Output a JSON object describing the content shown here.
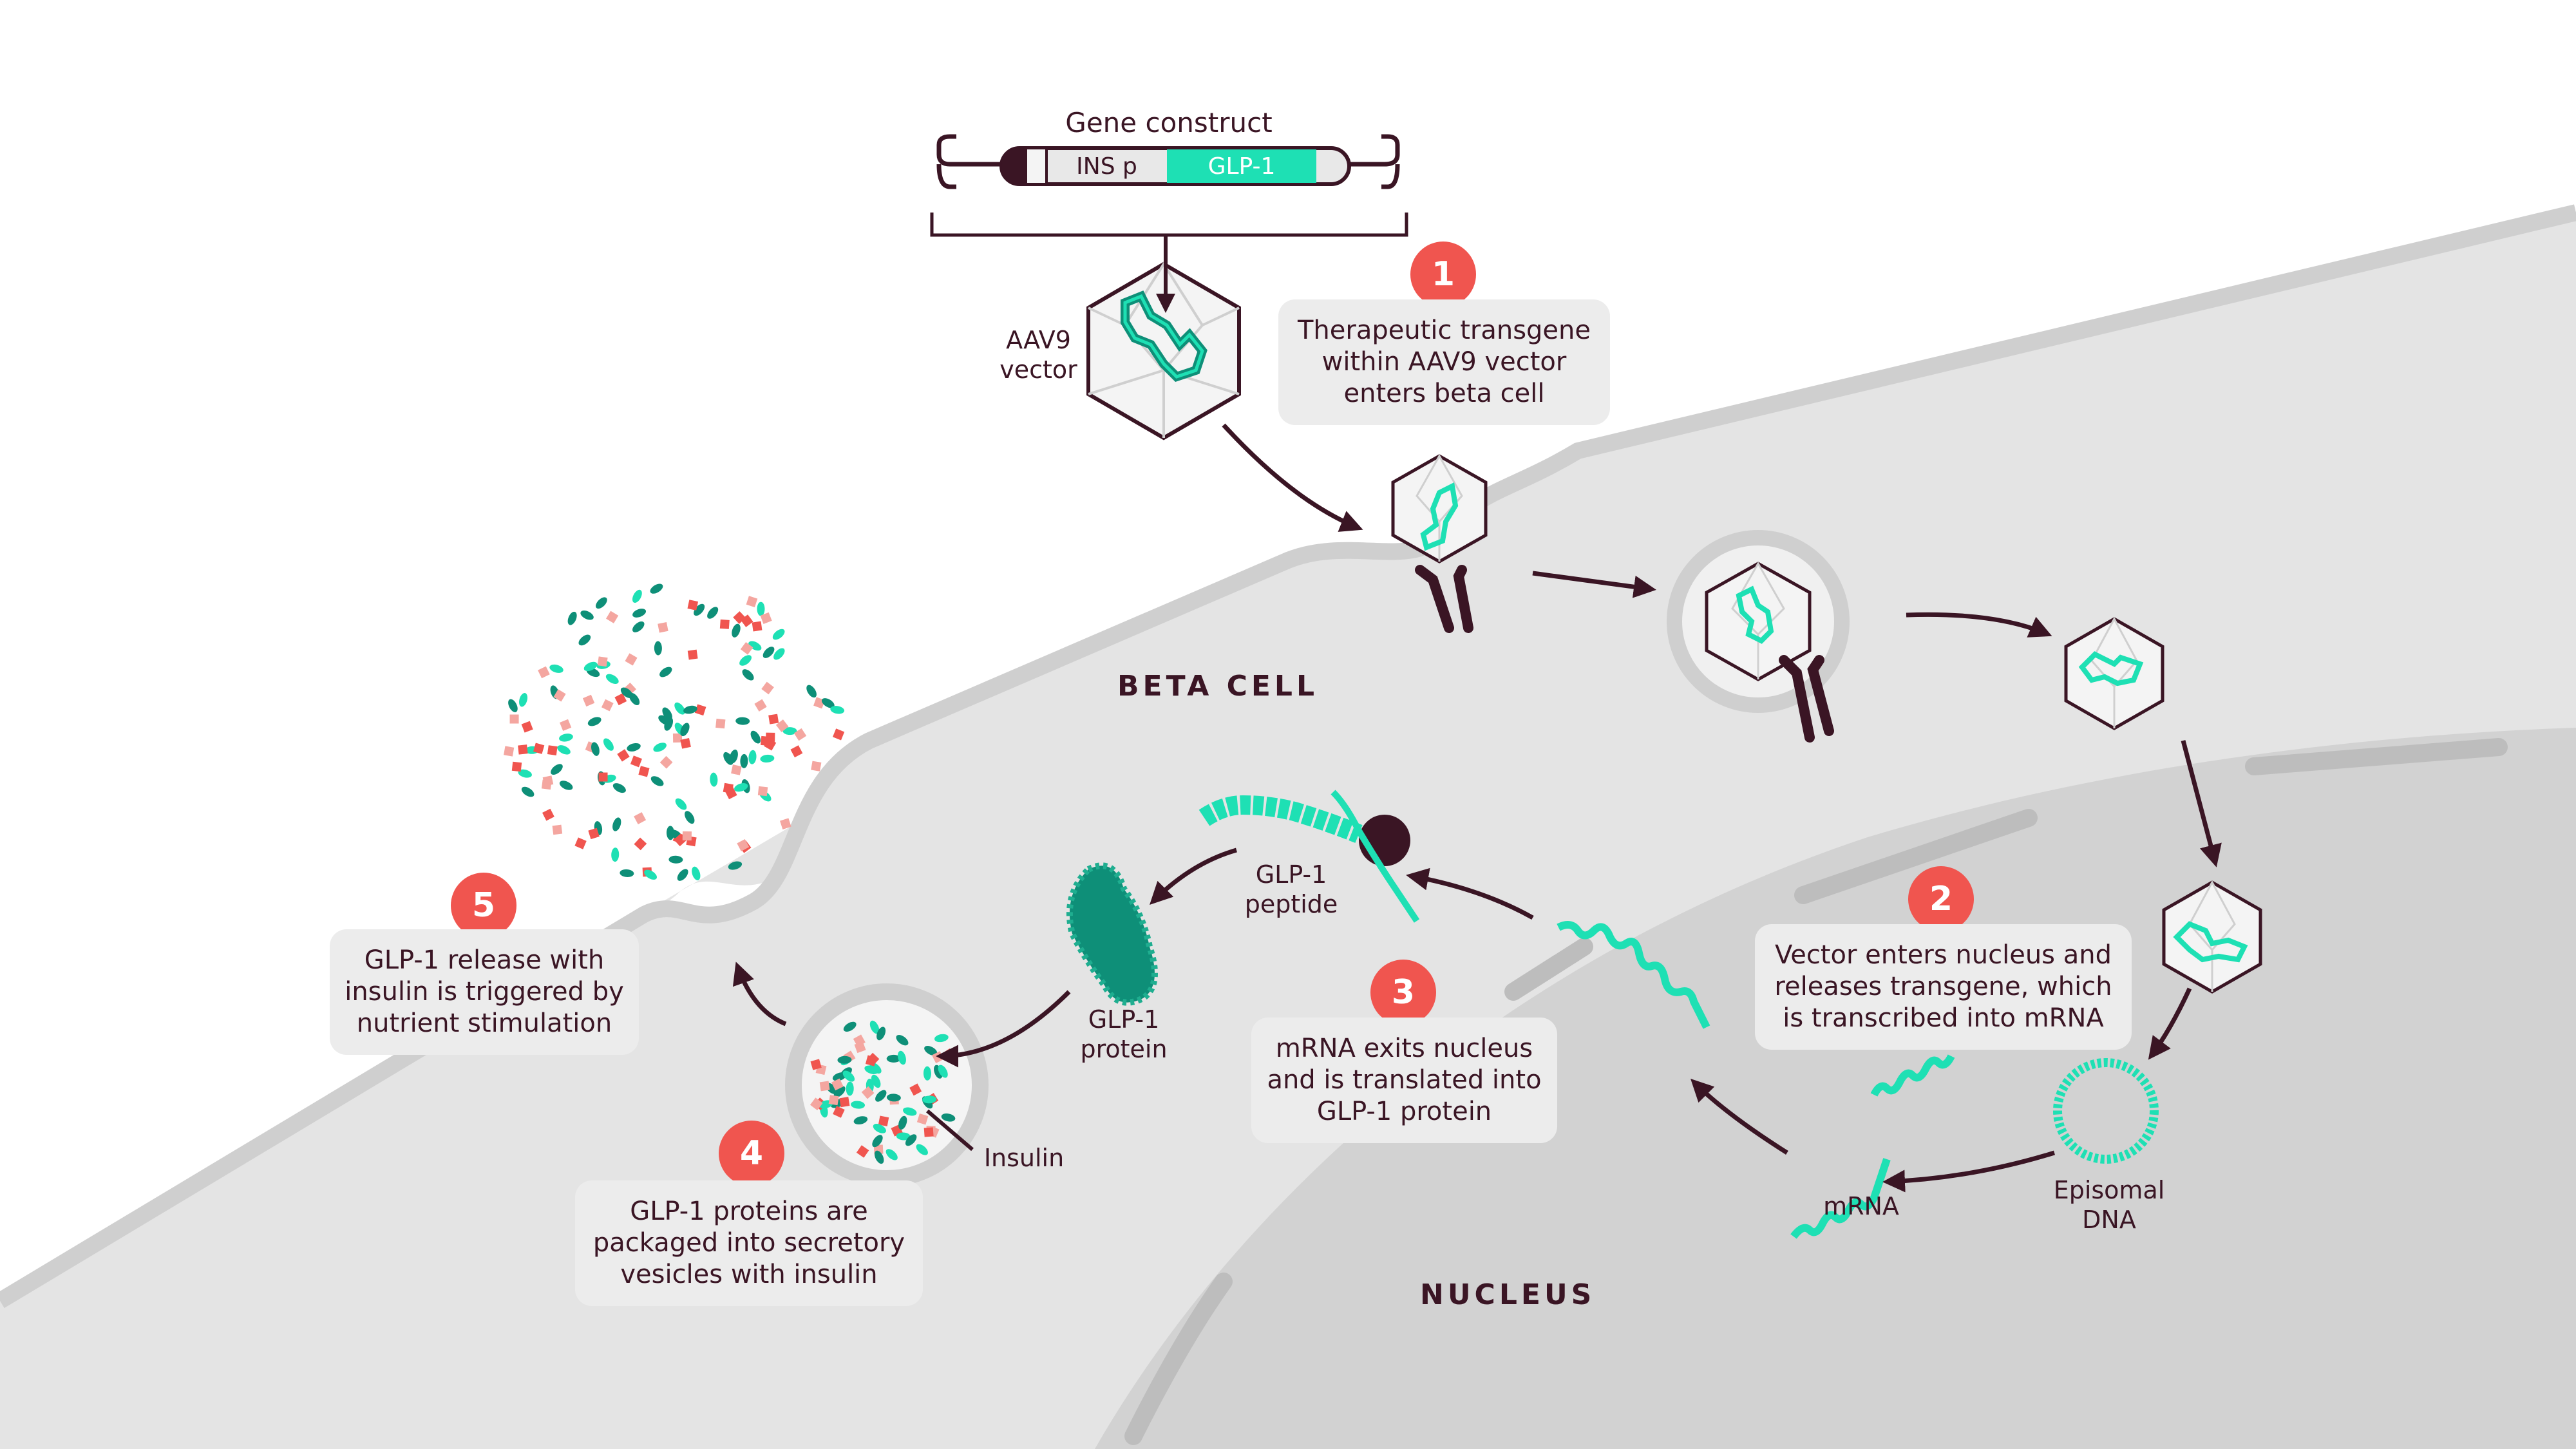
{
  "construct": {
    "title": "Gene construct",
    "promoter": "INS p",
    "gene": "GLP-1"
  },
  "labels": {
    "aav9": "AAV9\nvector",
    "beta_cell": "BETA CELL",
    "nucleus": "NUCLEUS",
    "glp1_peptide": "GLP-1\npeptide",
    "glp1_protein": "GLP-1\nprotein",
    "insulin": "Insulin",
    "episomal_dna": "Episomal\nDNA",
    "mrna": "mRNA"
  },
  "steps": [
    {
      "number": "1",
      "text": "Therapeutic transgene within AAV9 vector enters beta cell"
    },
    {
      "number": "2",
      "text": "Vector enters nucleus and releases transgene, which is transcribed into mRNA"
    },
    {
      "number": "3",
      "text": "mRNA exits nucleus and is translated into GLP-1 protein"
    },
    {
      "number": "4",
      "text": "GLP-1 proteins are packaged into secretory vesicles with insulin"
    },
    {
      "number": "5",
      "text": "GLP-1 release with insulin is triggered by nutrient stimulation"
    }
  ],
  "colors": {
    "teal": "#1ee0b4",
    "dark_teal": "#0e8f78",
    "maroon": "#3a1524",
    "salmon": "#f0554f",
    "pink": "#f4a6a0",
    "cell_fill": "#e4e4e4",
    "nucleus_fill": "#d2d2d2"
  }
}
